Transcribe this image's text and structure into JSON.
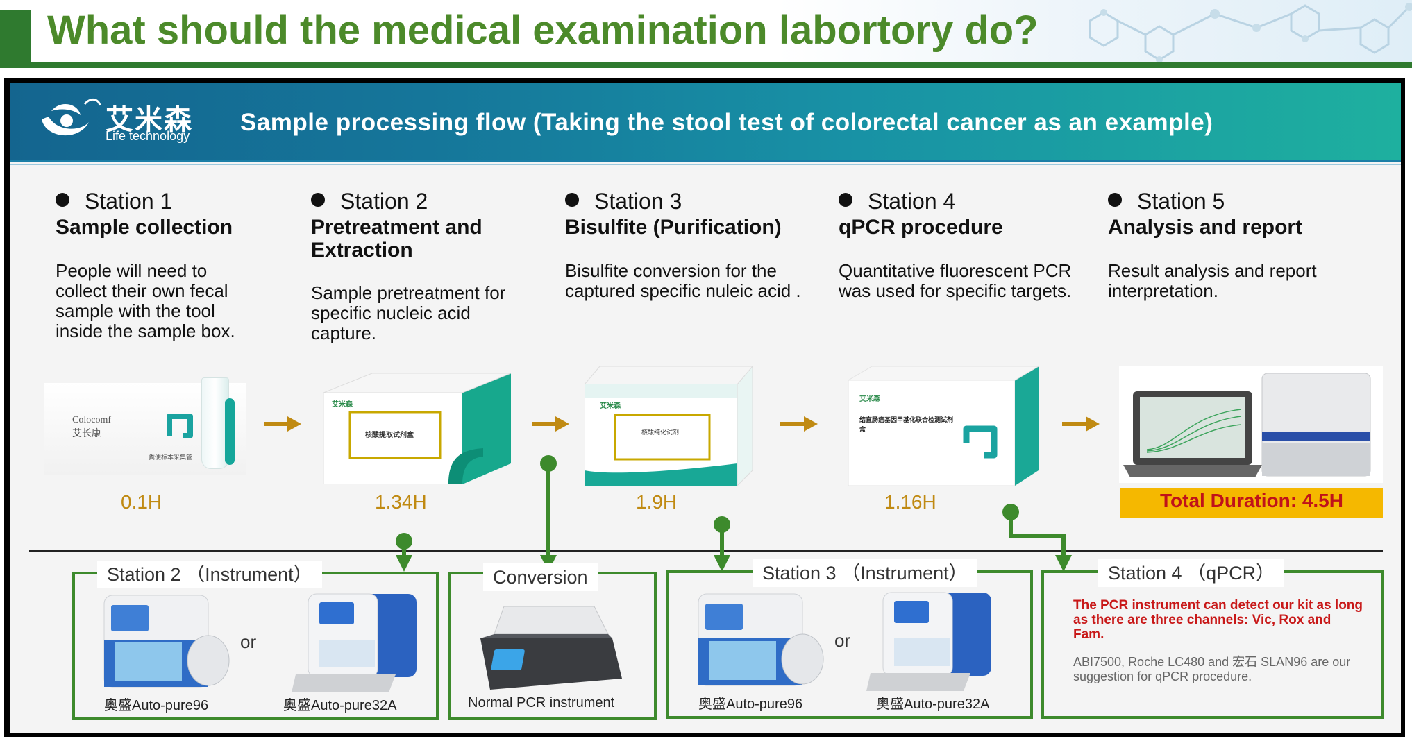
{
  "header": {
    "title": "What should the medical examination labortory do?",
    "accent_color": "#2f7a2f",
    "title_color": "#4c8a2a"
  },
  "banner": {
    "logo_cn": "艾米森",
    "logo_en": "Life technology",
    "title": "Sample processing flow (Taking the stool test of colorectal cancer as an example)"
  },
  "stations": [
    {
      "number": "Station 1",
      "title": "Sample collection",
      "desc": "People will need to collect their own fecal sample with the tool inside the sample box.",
      "duration": "0.1H",
      "product_brand": "Colocomf 艾长康",
      "product_label": "粪便标本采集管"
    },
    {
      "number": "Station 2",
      "title": "Pretreatment and Extraction",
      "desc": "Sample pretreatment for specific nucleic acid capture.",
      "duration": "1.34H",
      "product_brand": "艾米森",
      "product_label": "核酸提取试剂盒"
    },
    {
      "number": "Station 3",
      "title": "Bisulfite (Purification)",
      "desc": "Bisulfite conversion for the captured specific nuleic acid .",
      "duration": "1.9H",
      "product_brand": "艾米森",
      "product_label": "核酸纯化试剂"
    },
    {
      "number": "Station 4",
      "title": "qPCR procedure",
      "desc": "Quantitative fluorescent PCR was used for specific targets.",
      "duration": "1.16H",
      "product_brand": "艾米森",
      "product_label": "结直肠癌基因甲基化联合检测试剂盒"
    },
    {
      "number": "Station 5",
      "title": "Analysis and report",
      "desc": "Result analysis and report interpretation.",
      "duration": ""
    }
  ],
  "total": "Total Duration:   4.5H",
  "bottom": {
    "box1": {
      "label": "Station 2 （Instrument）",
      "cap_left": "奥盛Auto-pure96",
      "cap_right": "奥盛Auto-pure32A",
      "or": "or"
    },
    "box2": {
      "label": "Conversion",
      "cap": "Normal PCR instrument"
    },
    "box3": {
      "label": "Station 3 （Instrument）",
      "cap_left": "奥盛Auto-pure96",
      "cap_right": "奥盛Auto-pure32A",
      "or": "or"
    },
    "box4": {
      "label": "Station 4 （qPCR）",
      "red_text": "The PCR instrument can detect our kit as long as there are three channels: Vic, Rox and Fam.",
      "grey_text": "ABI7500, Roche LC480 and 宏石 SLAN96 are our suggestion for qPCR procedure."
    }
  },
  "colors": {
    "green": "#3d8a2c",
    "gold": "#c08a12",
    "banner_start": "#14658f",
    "banner_end": "#1eb09f",
    "total_bg": "#f5b800",
    "total_text": "#c0121a"
  }
}
